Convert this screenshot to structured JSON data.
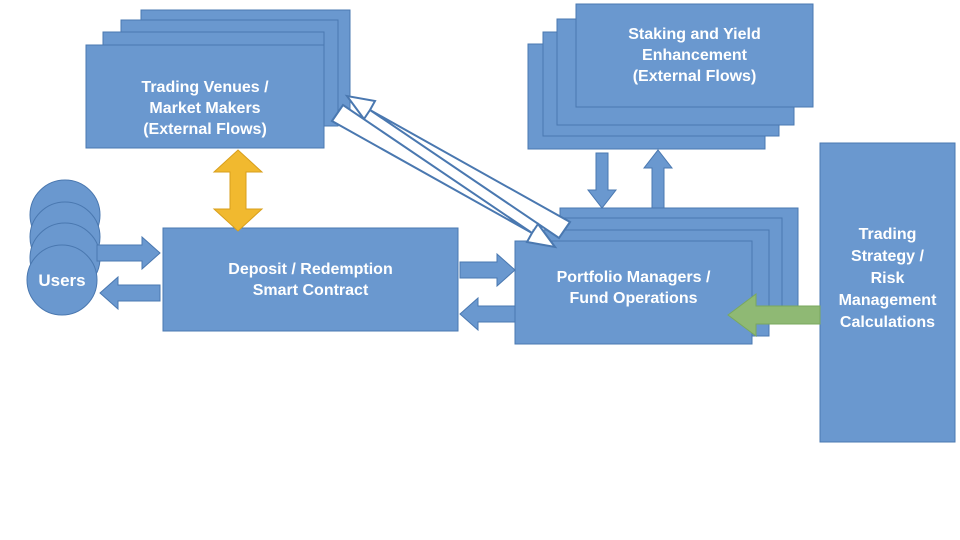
{
  "colors": {
    "box_fill": "#6a98cf",
    "box_border": "#4a78b0",
    "label_text": "#ffffff",
    "exchange_arrow": "#f1b92f",
    "strategy_arrow": "#8fb974",
    "background": "#ffffff"
  },
  "nodes": {
    "trading_venues": {
      "label": "Trading Venues /\nMarket Makers\n(External Flows)"
    },
    "staking": {
      "label": "Staking and Yield\nEnhancement\n(External Flows)"
    },
    "users": {
      "label": "Users"
    },
    "deposit_contract": {
      "label": "Deposit / Redemption\nSmart Contract"
    },
    "portfolio_managers": {
      "label": "Portfolio Managers /\nFund Operations"
    },
    "trading_strategy": {
      "label": "Trading\nStrategy /\nRisk\nManagement\nCalculations"
    }
  }
}
